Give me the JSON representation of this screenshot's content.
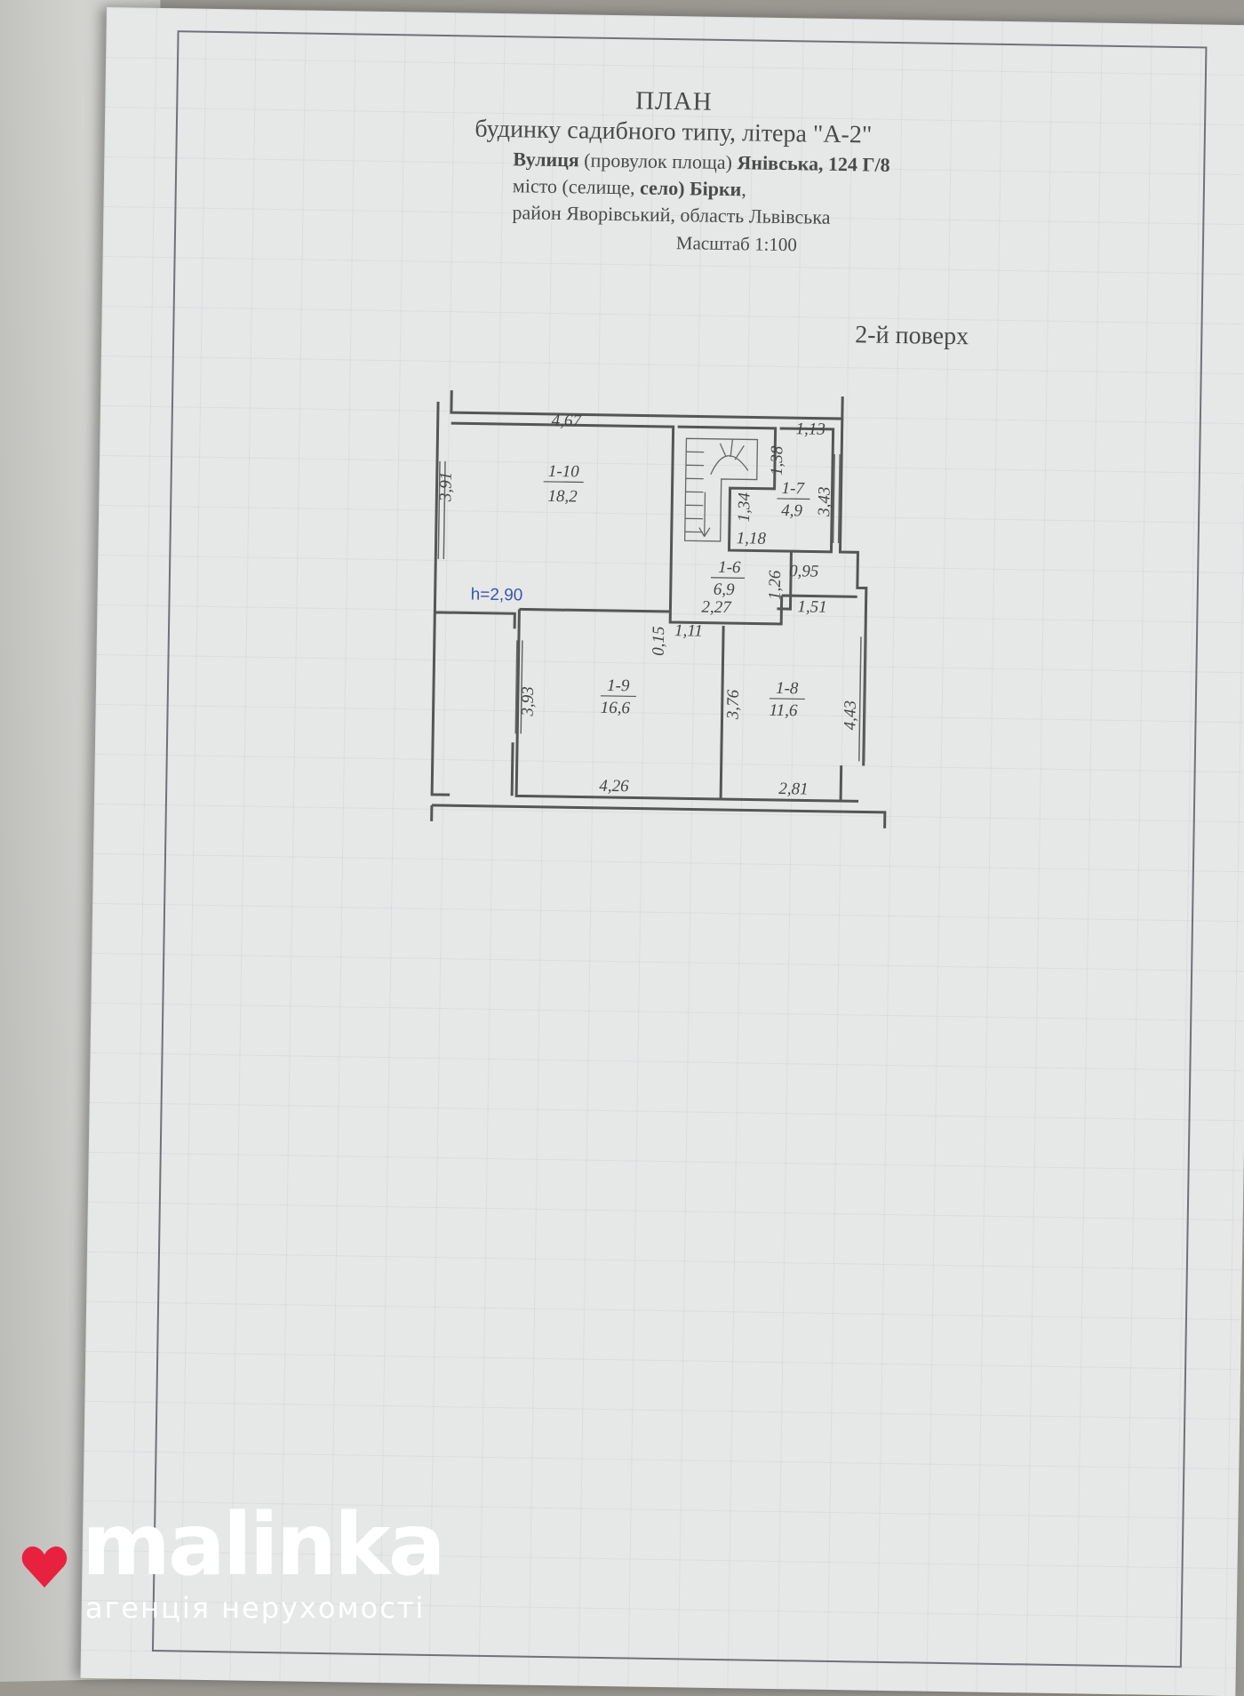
{
  "title": "ПЛАН",
  "subtitle": "будинку садибного типу, літера \"А-2\"",
  "street_label": "Вулиця",
  "street_paren": "(провулок площа)",
  "street_value": "Янівська, 124 Г/8",
  "city_label": "місто (селище,",
  "city_selo": "село)",
  "city_value": "Бірки",
  "city_end": ",",
  "district_line": "район Яворівський, область Львівська",
  "scale": "Масштаб 1:100",
  "floor": "2-й поверх",
  "plan": {
    "height_label": "h=2,90",
    "rooms": [
      {
        "id": "1-10",
        "area": "18,2"
      },
      {
        "id": "1-9",
        "area": "16,6"
      },
      {
        "id": "1-8",
        "area": "11,6"
      },
      {
        "id": "1-7",
        "area": "4,9"
      },
      {
        "id": "1-6",
        "area": "6,9"
      }
    ],
    "dims": {
      "top": "4,67",
      "left_upper": "3,91",
      "right_upper_top": "1,13",
      "stair_small": "1,38",
      "right_upper": "3,43",
      "stair_side": "1,34",
      "under_stair": "1,18",
      "corridor_side": "1,26",
      "ledge": "0,95",
      "room8_top": "1,51",
      "corridor_bottom": "2,27",
      "wall_thickness": "0,15",
      "room9_top": "1,11",
      "left_lower": "3,93",
      "mid_lower": "3,76",
      "right_lower": "4,43",
      "bottom_left": "4,26",
      "bottom_right": "2,81"
    }
  },
  "watermark": {
    "brand": "malinka",
    "tagline": "агенція нерухомості",
    "heart_color": "#e8213f"
  }
}
